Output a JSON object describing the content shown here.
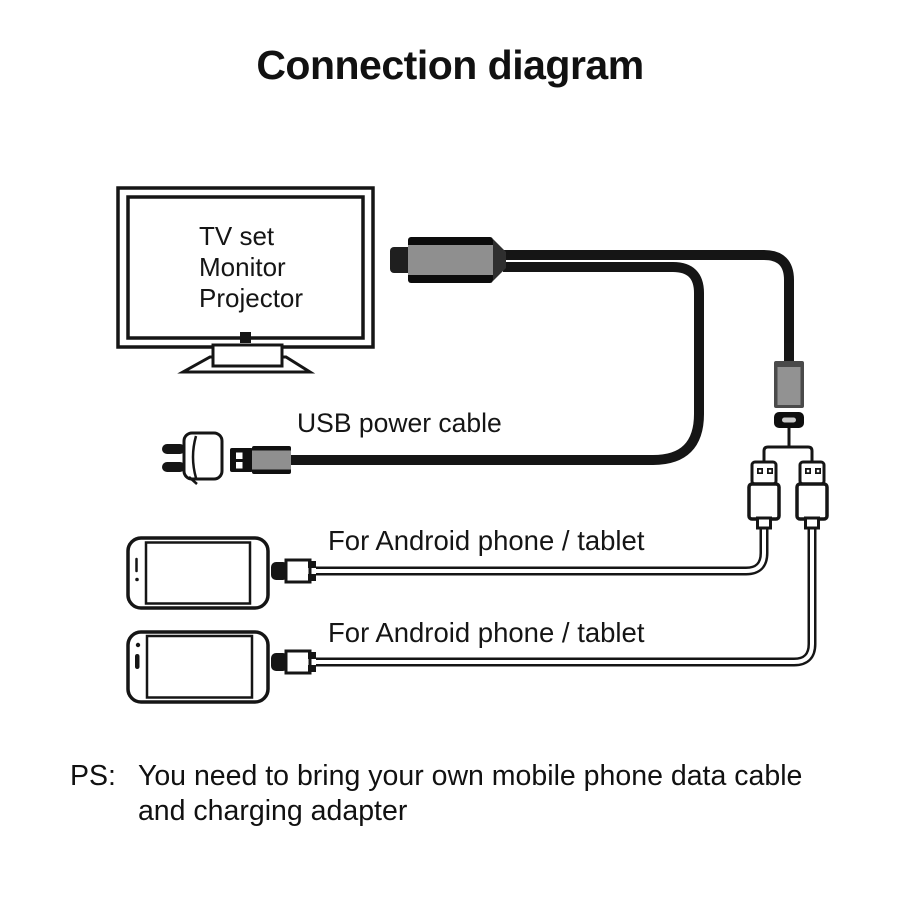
{
  "title": "Connection diagram",
  "tv": {
    "label": "TV set\nMonitor\nProjector"
  },
  "labels": {
    "usb_power_cable": "USB power cable",
    "phone_row_1": "For Android phone / tablet",
    "phone_row_2": "For Android phone / tablet"
  },
  "note": {
    "prefix": "PS:",
    "line1": "You need to bring your own mobile phone data cable",
    "line2": "and charging adapter"
  },
  "colors": {
    "ink": "#151515",
    "connector_gray": "#8f8f8f",
    "adapter_gray": "#929292",
    "background": "#ffffff"
  },
  "components": [
    "tv-monitor",
    "hdmi-connector",
    "hdmi-video-cable",
    "usb-power-cable",
    "wall-charger",
    "usb-power-plug",
    "usb-female-adapter",
    "adapter-usb-plug",
    "usb-splitter",
    "usb-plug-left",
    "usb-plug-right",
    "micro-usb-connector-1",
    "micro-usb-connector-2",
    "android-phone-1",
    "android-phone-2"
  ]
}
